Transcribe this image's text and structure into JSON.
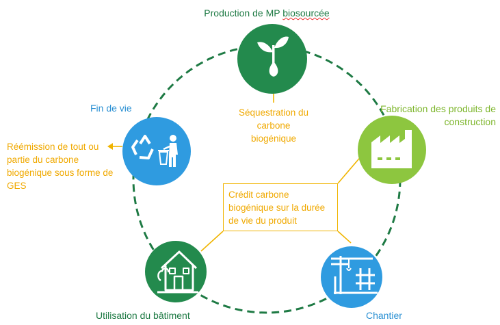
{
  "stages": {
    "production": {
      "prefix": "Production de MP ",
      "underlined": "biosourcée",
      "color": "#238a4d",
      "icon": "seedling-icon"
    },
    "fabrication": {
      "label": "Fabrication des produits de construction",
      "color": "#8dc63f",
      "icon": "factory-icon"
    },
    "chantier": {
      "label": "Chantier",
      "color": "#2f9be0",
      "icon": "construction-crane-icon"
    },
    "utilisation": {
      "label": "Utilisation du bâtiment",
      "color": "#238a4d",
      "icon": "house-icon"
    },
    "fin_de_vie": {
      "label": "Fin de vie",
      "color": "#2f9be0",
      "icon": "recycle-bin-icon"
    }
  },
  "annotations": {
    "sequestration": "Séquestration du carbone biogénique",
    "reemission": "Réémission de tout ou partie du carbone biogénique sous forme de GES",
    "credit": "Crédit carbone biogénique sur la durée de vie du produit"
  },
  "colors": {
    "cycle_dash": "#1e7a44",
    "annotation": "#f0a900",
    "credit_border": "#f0b400"
  }
}
